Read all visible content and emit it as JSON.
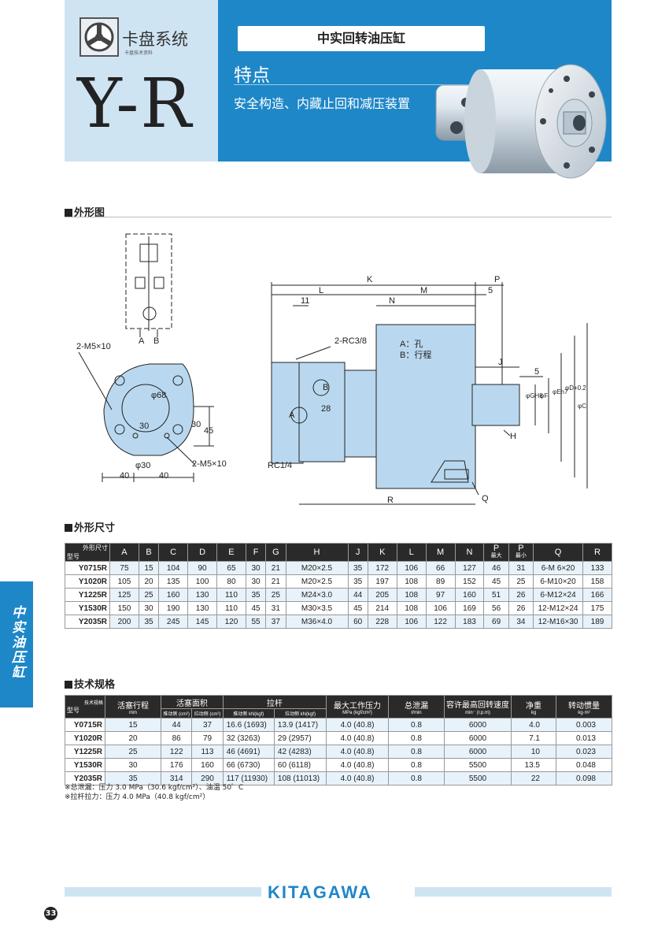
{
  "header": {
    "brand": "卡盘系统",
    "brand_sub": "卡盘技术资料",
    "model": "Y-R",
    "product_title": "中实回转油压缸",
    "feature_heading": "特点",
    "feature_text": "安全构造、内藏止回和减压装置"
  },
  "sections": {
    "outline": "外形图",
    "dimensions": "外形尺寸",
    "specs": "技术规格"
  },
  "drawing": {
    "labels_left": [
      "A",
      "B",
      "2-M5×10",
      "φ68",
      "30",
      "45",
      "30",
      "φ30",
      "40",
      "40",
      "2-M5×10"
    ],
    "labels_right": [
      "K",
      "L",
      "M",
      "P",
      "11",
      "N",
      "5",
      "2-RC3/8",
      "A：孔",
      "B：行程",
      "J",
      "5",
      "B",
      "28",
      "A",
      "φGH8",
      "φF",
      "φEh7",
      "φD+0.2",
      "φC",
      "H",
      "RC1/4",
      "R",
      "Q"
    ]
  },
  "side_tab": "中实油压缸",
  "dim_table": {
    "corner_top": "外形尺寸",
    "corner_bottom": "型号",
    "headers": [
      "A",
      "B",
      "C",
      "D",
      "E",
      "F",
      "G",
      "H",
      "J",
      "K",
      "L",
      "M",
      "N",
      "P",
      "P",
      "Q",
      "R"
    ],
    "p_subs": [
      "",
      "",
      "",
      "",
      "",
      "",
      "",
      "",
      "",
      "",
      "",
      "",
      "",
      "最大",
      "最小",
      "",
      ""
    ],
    "rows": [
      [
        "Y0715R",
        "75",
        "15",
        "104",
        "90",
        "65",
        "30",
        "21",
        "M20×2.5",
        "35",
        "172",
        "106",
        "66",
        "127",
        "46",
        "31",
        "6-M 6×20",
        "133"
      ],
      [
        "Y1020R",
        "105",
        "20",
        "135",
        "100",
        "80",
        "30",
        "21",
        "M20×2.5",
        "35",
        "197",
        "108",
        "89",
        "152",
        "45",
        "25",
        "6-M10×20",
        "158"
      ],
      [
        "Y1225R",
        "125",
        "25",
        "160",
        "130",
        "110",
        "35",
        "25",
        "M24×3.0",
        "44",
        "205",
        "108",
        "97",
        "160",
        "51",
        "26",
        "6-M12×24",
        "166"
      ],
      [
        "Y1530R",
        "150",
        "30",
        "190",
        "130",
        "110",
        "45",
        "31",
        "M30×3.5",
        "45",
        "214",
        "108",
        "106",
        "169",
        "56",
        "26",
        "12-M12×24",
        "175"
      ],
      [
        "Y2035R",
        "200",
        "35",
        "245",
        "145",
        "120",
        "55",
        "37",
        "M36×4.0",
        "60",
        "228",
        "106",
        "122",
        "183",
        "69",
        "34",
        "12-M16×30",
        "189"
      ]
    ]
  },
  "spec_table": {
    "corner_top": "技术规格",
    "corner_bottom": "型号",
    "h_stroke": "活塞行程",
    "h_stroke_unit": "mm",
    "h_area": "活塞面积",
    "h_area_push": "推动侧 (cm²)",
    "h_area_pull": "拉动侧 (cm²)",
    "h_rod": "拉杆",
    "h_rod_push": "推动侧 kN(kgf)",
    "h_rod_pull": "拉动侧 kN(kgf)",
    "h_pressure": "最大工作压力",
    "h_pressure_unit": "MPa (kgf/cm²)",
    "h_leak": "总泄漏",
    "h_leak_unit": "ℓ/min",
    "h_speed": "容许最高回转速度",
    "h_speed_unit": "min⁻ (r.p.m)",
    "h_weight": "净重",
    "h_weight_unit": "kg",
    "h_inertia": "转动惯量",
    "h_inertia_unit": "kg·m²",
    "rows": [
      [
        "Y0715R",
        "15",
        "44",
        "37",
        "16.6  (1693)",
        "13.9 (1417)",
        "4.0 (40.8)",
        "0.8",
        "6000",
        "4.0",
        "0.003"
      ],
      [
        "Y1020R",
        "20",
        "86",
        "79",
        "32   (3263)",
        "29  (2957)",
        "4.0 (40.8)",
        "0.8",
        "6000",
        "7.1",
        "0.013"
      ],
      [
        "Y1225R",
        "25",
        "122",
        "113",
        "46   (4691)",
        "42  (4283)",
        "4.0 (40.8)",
        "0.8",
        "6000",
        "10",
        "0.023"
      ],
      [
        "Y1530R",
        "30",
        "176",
        "160",
        "66   (6730)",
        "60  (6118)",
        "4.0 (40.8)",
        "0.8",
        "5500",
        "13.5",
        "0.048"
      ],
      [
        "Y2035R",
        "35",
        "314",
        "290",
        "117  (11930)",
        "108 (11013)",
        "4.0 (40.8)",
        "0.8",
        "5500",
        "22",
        "0.098"
      ]
    ]
  },
  "notes": [
    "※总泄漏：压力 3.0 MPa（30.6 kgf/cm²）、油温 50゜C",
    "※拉杆拉力：压力 4.0 MPa（40.8 kgf/cm²）"
  ],
  "footer": {
    "brand": "KITAGAWA",
    "page": "33"
  },
  "colors": {
    "accent": "#1e87c8",
    "light": "#cfe4f3",
    "part": "#b9d8ef"
  }
}
